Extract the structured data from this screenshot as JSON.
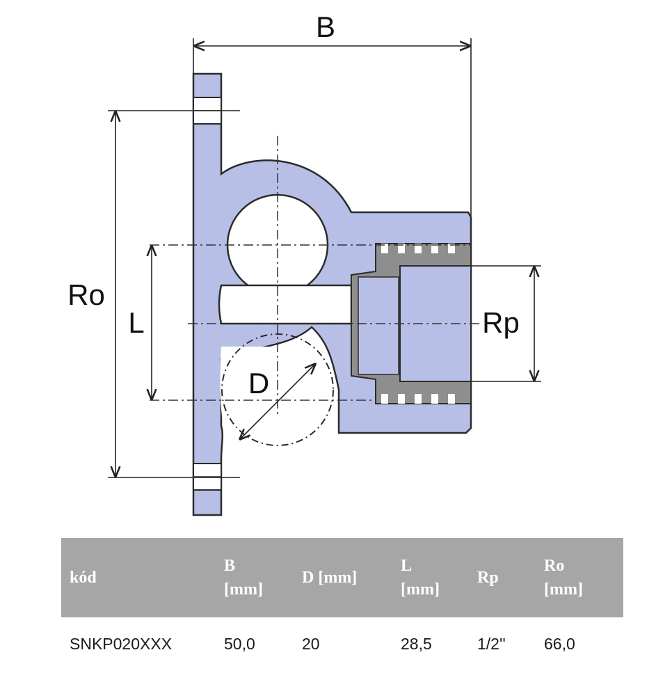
{
  "drawing": {
    "labels": {
      "B": "B",
      "Ro": "Ro",
      "L": "L",
      "Rp": "Rp",
      "D": "D"
    },
    "colors": {
      "body_fill": "#b8bfe6",
      "outline": "#2b2b2b",
      "thread_fill": "#8e8e8e"
    }
  },
  "table": {
    "headers": [
      {
        "line1": "kód",
        "line2": ""
      },
      {
        "line1": "B",
        "line2": "[mm]"
      },
      {
        "line1": "D [mm]",
        "line2": ""
      },
      {
        "line1": "L",
        "line2": "[mm]"
      },
      {
        "line1": "Rp",
        "line2": ""
      },
      {
        "line1": "Ro",
        "line2": "[mm]"
      }
    ],
    "rows": [
      {
        "kod": "SNKP020XXX",
        "B": "50,0",
        "D": "20",
        "L": "28,5",
        "Rp": "1/2''",
        "Ro": "66,0"
      }
    ],
    "colors": {
      "header_bg": "#a6a6a6",
      "header_text": "#ffffff"
    }
  }
}
